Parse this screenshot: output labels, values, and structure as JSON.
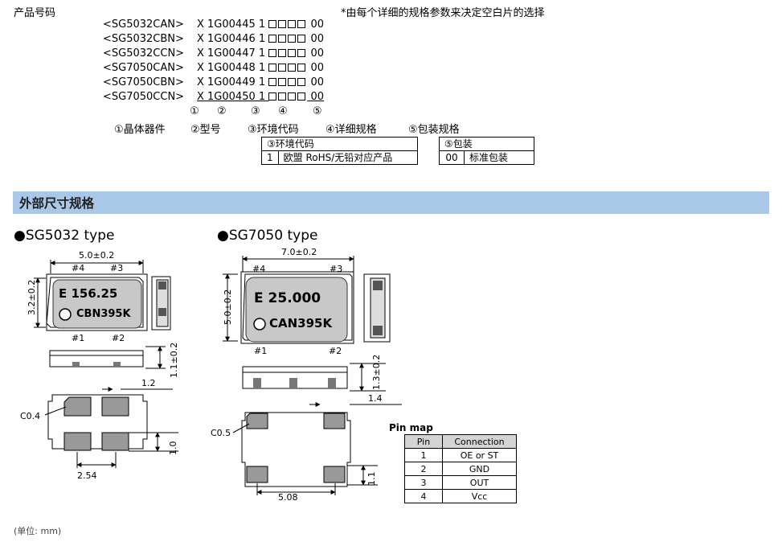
{
  "top": {
    "title": "产品号码",
    "note": "*由每个详细的规格参数来决定空白片的选择",
    "rows": [
      {
        "model": "<SG5032CAN>",
        "code": "X 1G00445 1",
        "tail": "00"
      },
      {
        "model": "<SG5032CBN>",
        "code": "X 1G00446 1",
        "tail": "00"
      },
      {
        "model": "<SG5032CCN>",
        "code": "X 1G00447 1",
        "tail": "00"
      },
      {
        "model": "<SG7050CAN>",
        "code": "X 1G00448 1",
        "tail": "00"
      },
      {
        "model": "<SG7050CBN>",
        "code": "X 1G00449 1",
        "tail": "00"
      },
      {
        "model": "<SG7050CCN>",
        "code": "X 1G00450 1",
        "tail": "00"
      }
    ],
    "circle_marks": [
      "①",
      "②",
      "③",
      "④",
      "⑤"
    ],
    "legend": [
      "①晶体器件",
      "②型号",
      "③环境代码",
      "④详细规格",
      "⑤包装规格"
    ],
    "env_table": {
      "header": "③环境代码",
      "code": "1",
      "desc": "欧盟 RoHS/无铅对应产品"
    },
    "pack_table": {
      "header": "⑤包装",
      "code": "00",
      "desc": "标准包装"
    }
  },
  "section_title": "外部尺寸规格",
  "sg5032": {
    "title": "●SG5032 type",
    "width_dim": "5.0±0.2",
    "height_dim": "3.2±0.2",
    "pin4": "#4",
    "pin3": "#3",
    "pin1": "#1",
    "pin2": "#2",
    "marking_line1": "E 156.25",
    "marking_line2": "CBN395K",
    "side_dim": "1.1±0.2",
    "pad_dim_12": "1.2",
    "chamfer": "C0.4",
    "pad_dim_10": "1.0",
    "pitch": "2.54"
  },
  "sg7050": {
    "title": "●SG7050 type",
    "width_dim": "7.0±0.2",
    "height_dim": "5.0±0.2",
    "pin4": "#4",
    "pin3": "#3",
    "pin1": "#1",
    "pin2": "#2",
    "marking_line1": "E 25.000",
    "marking_line2": "CAN395K",
    "side_dim": "1.3±0.2",
    "pad_dim_14": "1.4",
    "chamfer": "C0.5",
    "pad_dim_11": "1.1",
    "pitch": "5.08"
  },
  "pin_map": {
    "title": "Pin map",
    "headers": [
      "Pin",
      "Connection"
    ],
    "rows": [
      {
        "pin": "1",
        "conn": "OE or ST"
      },
      {
        "pin": "2",
        "conn": "GND"
      },
      {
        "pin": "3",
        "conn": "OUT"
      },
      {
        "pin": "4",
        "conn": "Vcc"
      }
    ]
  },
  "unit_note": "(单位: mm)"
}
